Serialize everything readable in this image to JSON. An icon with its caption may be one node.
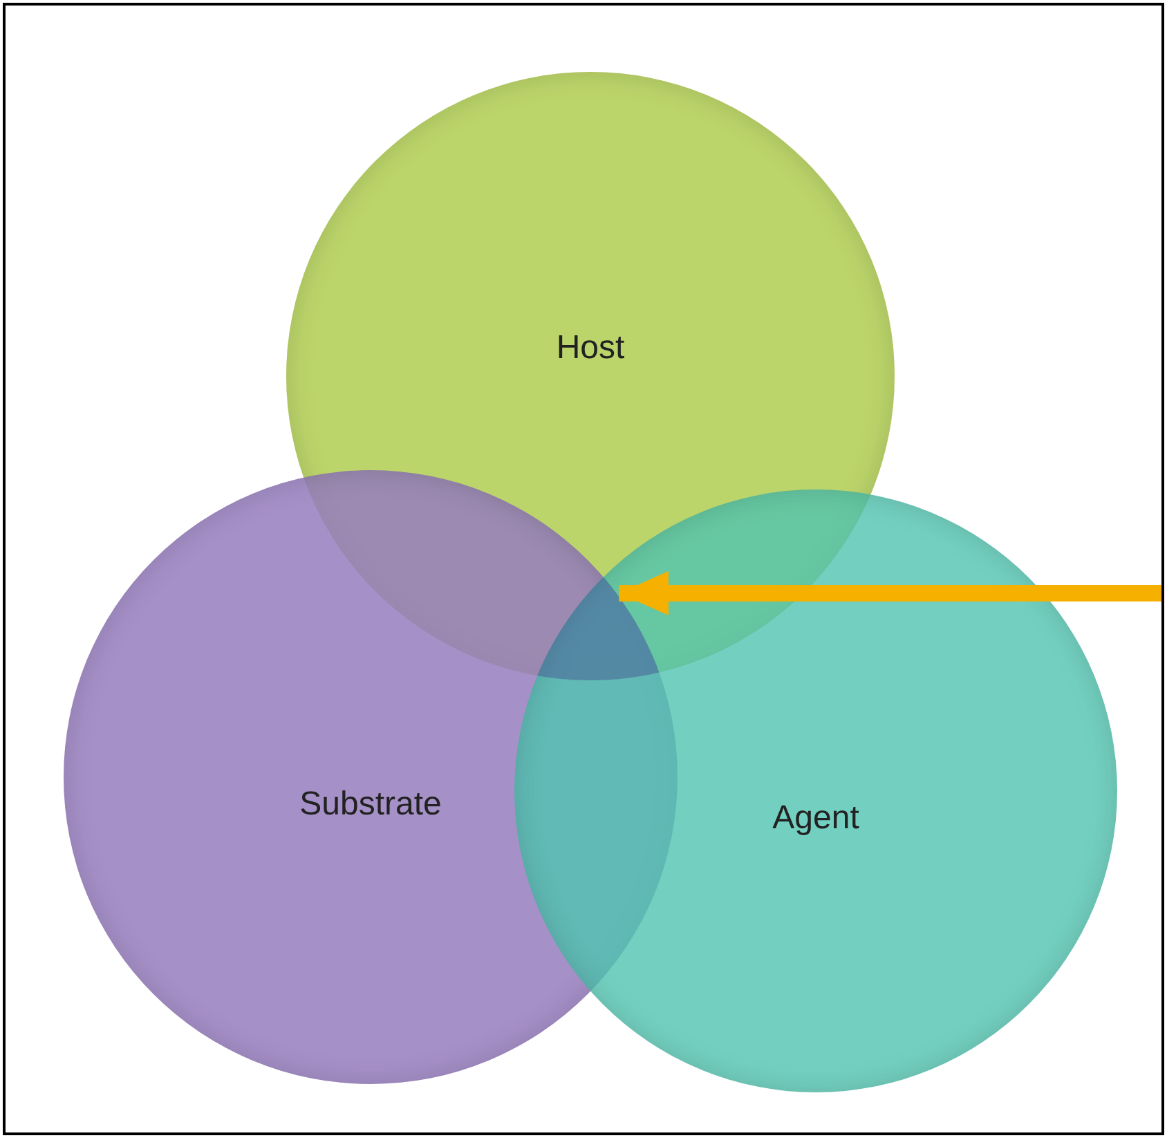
{
  "diagram": {
    "nodes": [
      {
        "text": [
          "Host"
        ]
      },
      {
        "text": [
          "Substrate"
        ]
      },
      {
        "text": [
          "Agent"
        ]
      },
      {
        "text": [],
        "shape": "region"
      }
    ],
    "edges": [
      {
        "from": null,
        "to": 3,
        "arrow": "to",
        "color": "#f5b000"
      }
    ]
  }
}
